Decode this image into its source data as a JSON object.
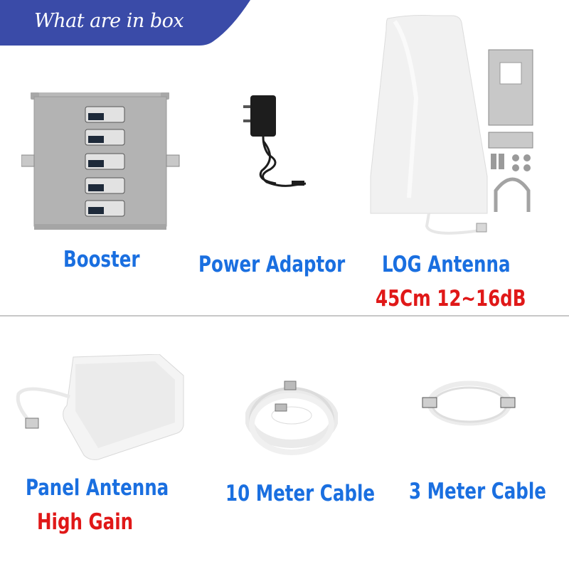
{
  "banner": {
    "title": "What are in box",
    "color": "#3a4ba8"
  },
  "items": [
    {
      "name": "Booster",
      "icon": "signal-booster"
    },
    {
      "name": "Power Adaptor",
      "icon": "power-adapter"
    },
    {
      "name": "LOG Antenna",
      "detail": "45Cm 12~16dB",
      "icon": "log-periodic-antenna"
    },
    {
      "name": "Panel Antenna",
      "detail": "High Gain",
      "icon": "panel-antenna"
    },
    {
      "name": "10 Meter Cable",
      "icon": "cable-coil"
    },
    {
      "name": "3 Meter Cable",
      "icon": "cable-coil"
    }
  ],
  "colors": {
    "label": "#1a6fe0",
    "detail": "#e01818",
    "divider": "#c8c8c8"
  }
}
